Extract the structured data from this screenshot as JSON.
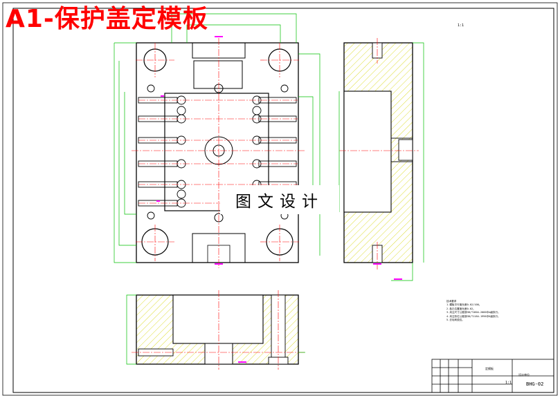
{
  "title": "A1-保护盖定模板",
  "watermark": "图文设计",
  "scale_note": "1:1",
  "technical_notes": [
    "技术要求",
    "1.模板平行度允差0.02/100。",
    "2.各孔位置度允差0.02。",
    "3.未注尺寸公差按GB/T1804-2000中m级执行。",
    "4.未注形位公差按GB/T1184-1996中K级执行。",
    "5.去毛刺锐边。"
  ],
  "title_block": {
    "part_name": "定模板",
    "company": "设计单位",
    "drawing_code": "BHG-02",
    "scale": "1:1"
  },
  "colors": {
    "outline": "#000000",
    "center_line": "#ff0000",
    "dimension": "#00c000",
    "hatch": "#d4d400",
    "hidden": "#00c8c8",
    "callout": "#ff00ff"
  }
}
